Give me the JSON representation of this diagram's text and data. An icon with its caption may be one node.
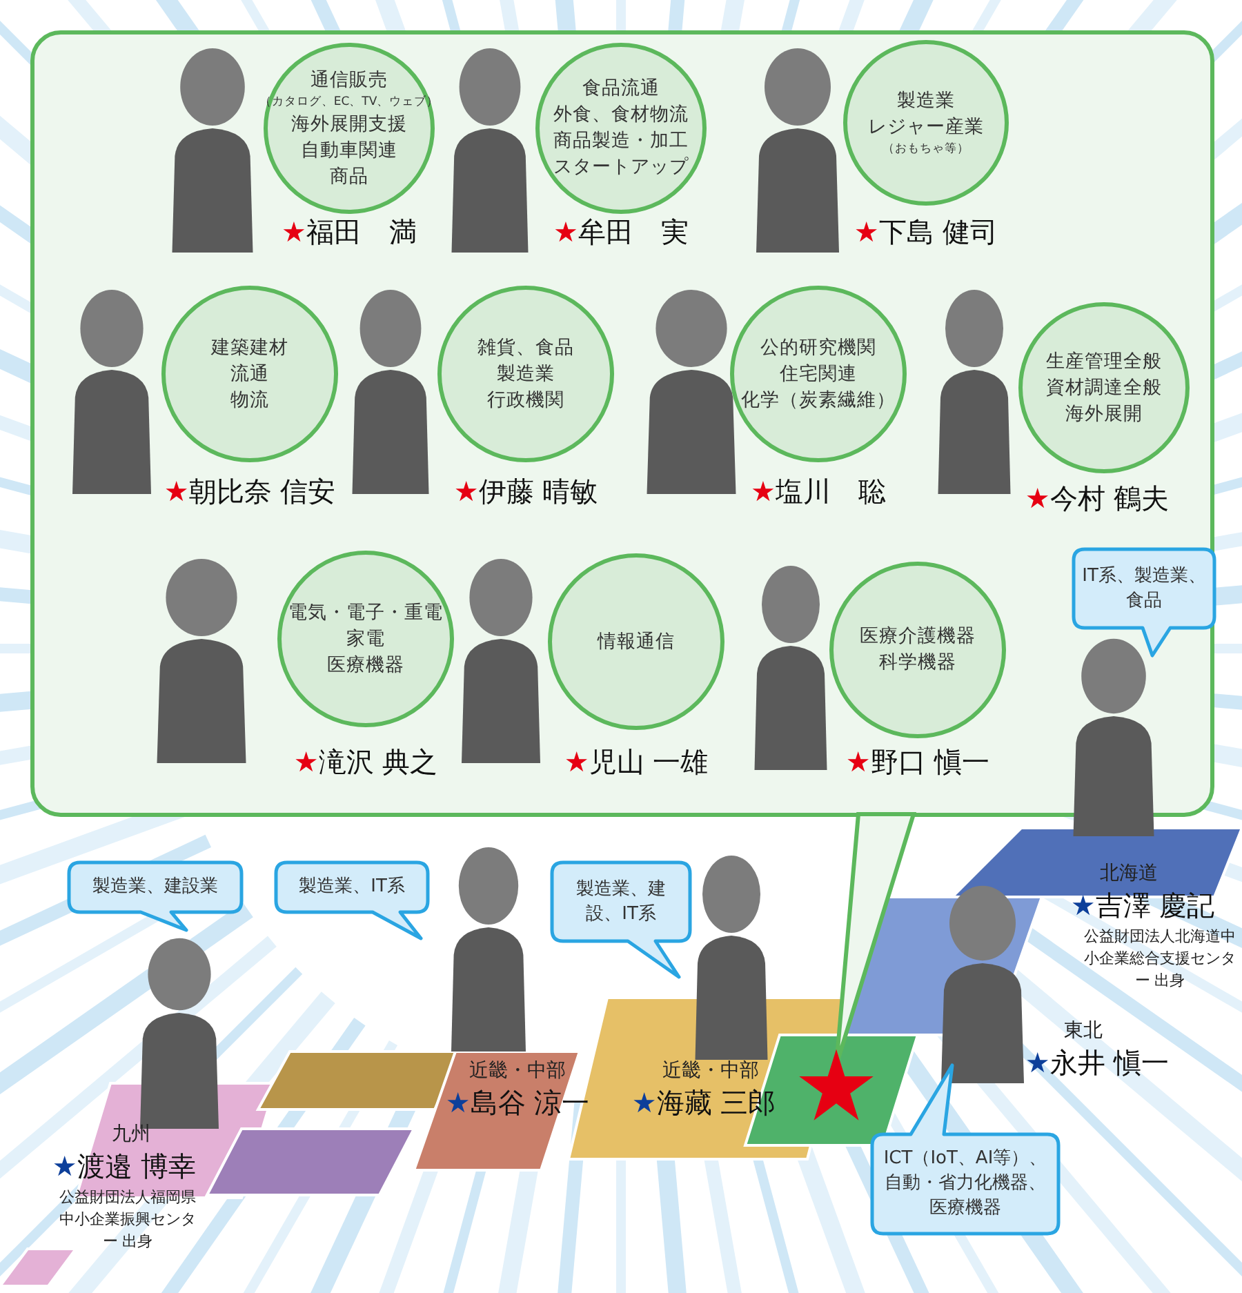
{
  "diagram": {
    "nodes": [
      {
        "text": [],
        "shape": "box"
      },
      {
        "text": [
          "通信販売",
          "（カタログ、EC、TV、ウェブ）",
          "海外展開支援",
          "自動車関連",
          "商品"
        ],
        "in": 0,
        "beside": [
          "★福田　満"
        ]
      },
      {
        "text": [
          "食品流通",
          "外食、食材物流",
          "商品製造・加工",
          "スタートアップ"
        ],
        "in": 0,
        "beside": [
          "★牟田　実"
        ]
      },
      {
        "text": [
          "製造業",
          "レジャー産業",
          "（おもちゃ等）"
        ],
        "in": 0,
        "beside": [
          "★下島 健司"
        ]
      },
      {
        "text": [
          "建築建材",
          "流通",
          "物流"
        ],
        "in": 0,
        "beside": [
          "★朝比奈 信安"
        ]
      },
      {
        "text": [
          "雑貨、食品",
          "製造業",
          "行政機関"
        ],
        "in": 0,
        "beside": [
          "★伊藤 晴敏"
        ]
      },
      {
        "text": [
          "公的研究機関",
          "住宅関連",
          "化学（炭素繊維）"
        ],
        "in": 0,
        "beside": [
          "★塩川　聡"
        ]
      },
      {
        "text": [
          "生産管理全般",
          "資材調達全般",
          "海外展開"
        ],
        "in": 0,
        "beside": [
          "★今村 鶴夫"
        ]
      },
      {
        "text": [
          "電気・電子・重電",
          "家電",
          "医療機器"
        ],
        "in": 0,
        "beside": [
          "★滝沢 典之"
        ]
      },
      {
        "text": [
          "情報通信"
        ],
        "in": 0,
        "beside": [
          "★児山 一雄"
        ]
      },
      {
        "text": [
          "医療介護機器",
          "科学機器"
        ],
        "in": 0,
        "beside": [
          "★野口 愼一"
        ]
      },
      {
        "text": [
          "製造業、建設業"
        ],
        "beside": [
          "九州",
          "★渡邉 博幸",
          "公益財団法人福岡県中小企業振興センター 出身"
        ]
      },
      {
        "text": [
          "製造業、IT系"
        ],
        "beside": [
          "近畿・中部",
          "★島谷 涼一"
        ]
      },
      {
        "text": [
          "製造業、建設、IT系"
        ],
        "beside": [
          "近畿・中部",
          "★海藏 三郎"
        ]
      },
      {
        "text": [
          "IT系、製造業、食品"
        ],
        "in": 0,
        "beside": [
          "北海道",
          "★吉澤 慶記",
          "公益財団法人北海道中小企業総合支援センター 出身"
        ]
      },
      {
        "text": [
          "ICT（IoT、AI等）、自動・省力化機器、医療機器"
        ],
        "beside": [
          "東北",
          "★永井 愼一"
        ]
      }
    ]
  }
}
